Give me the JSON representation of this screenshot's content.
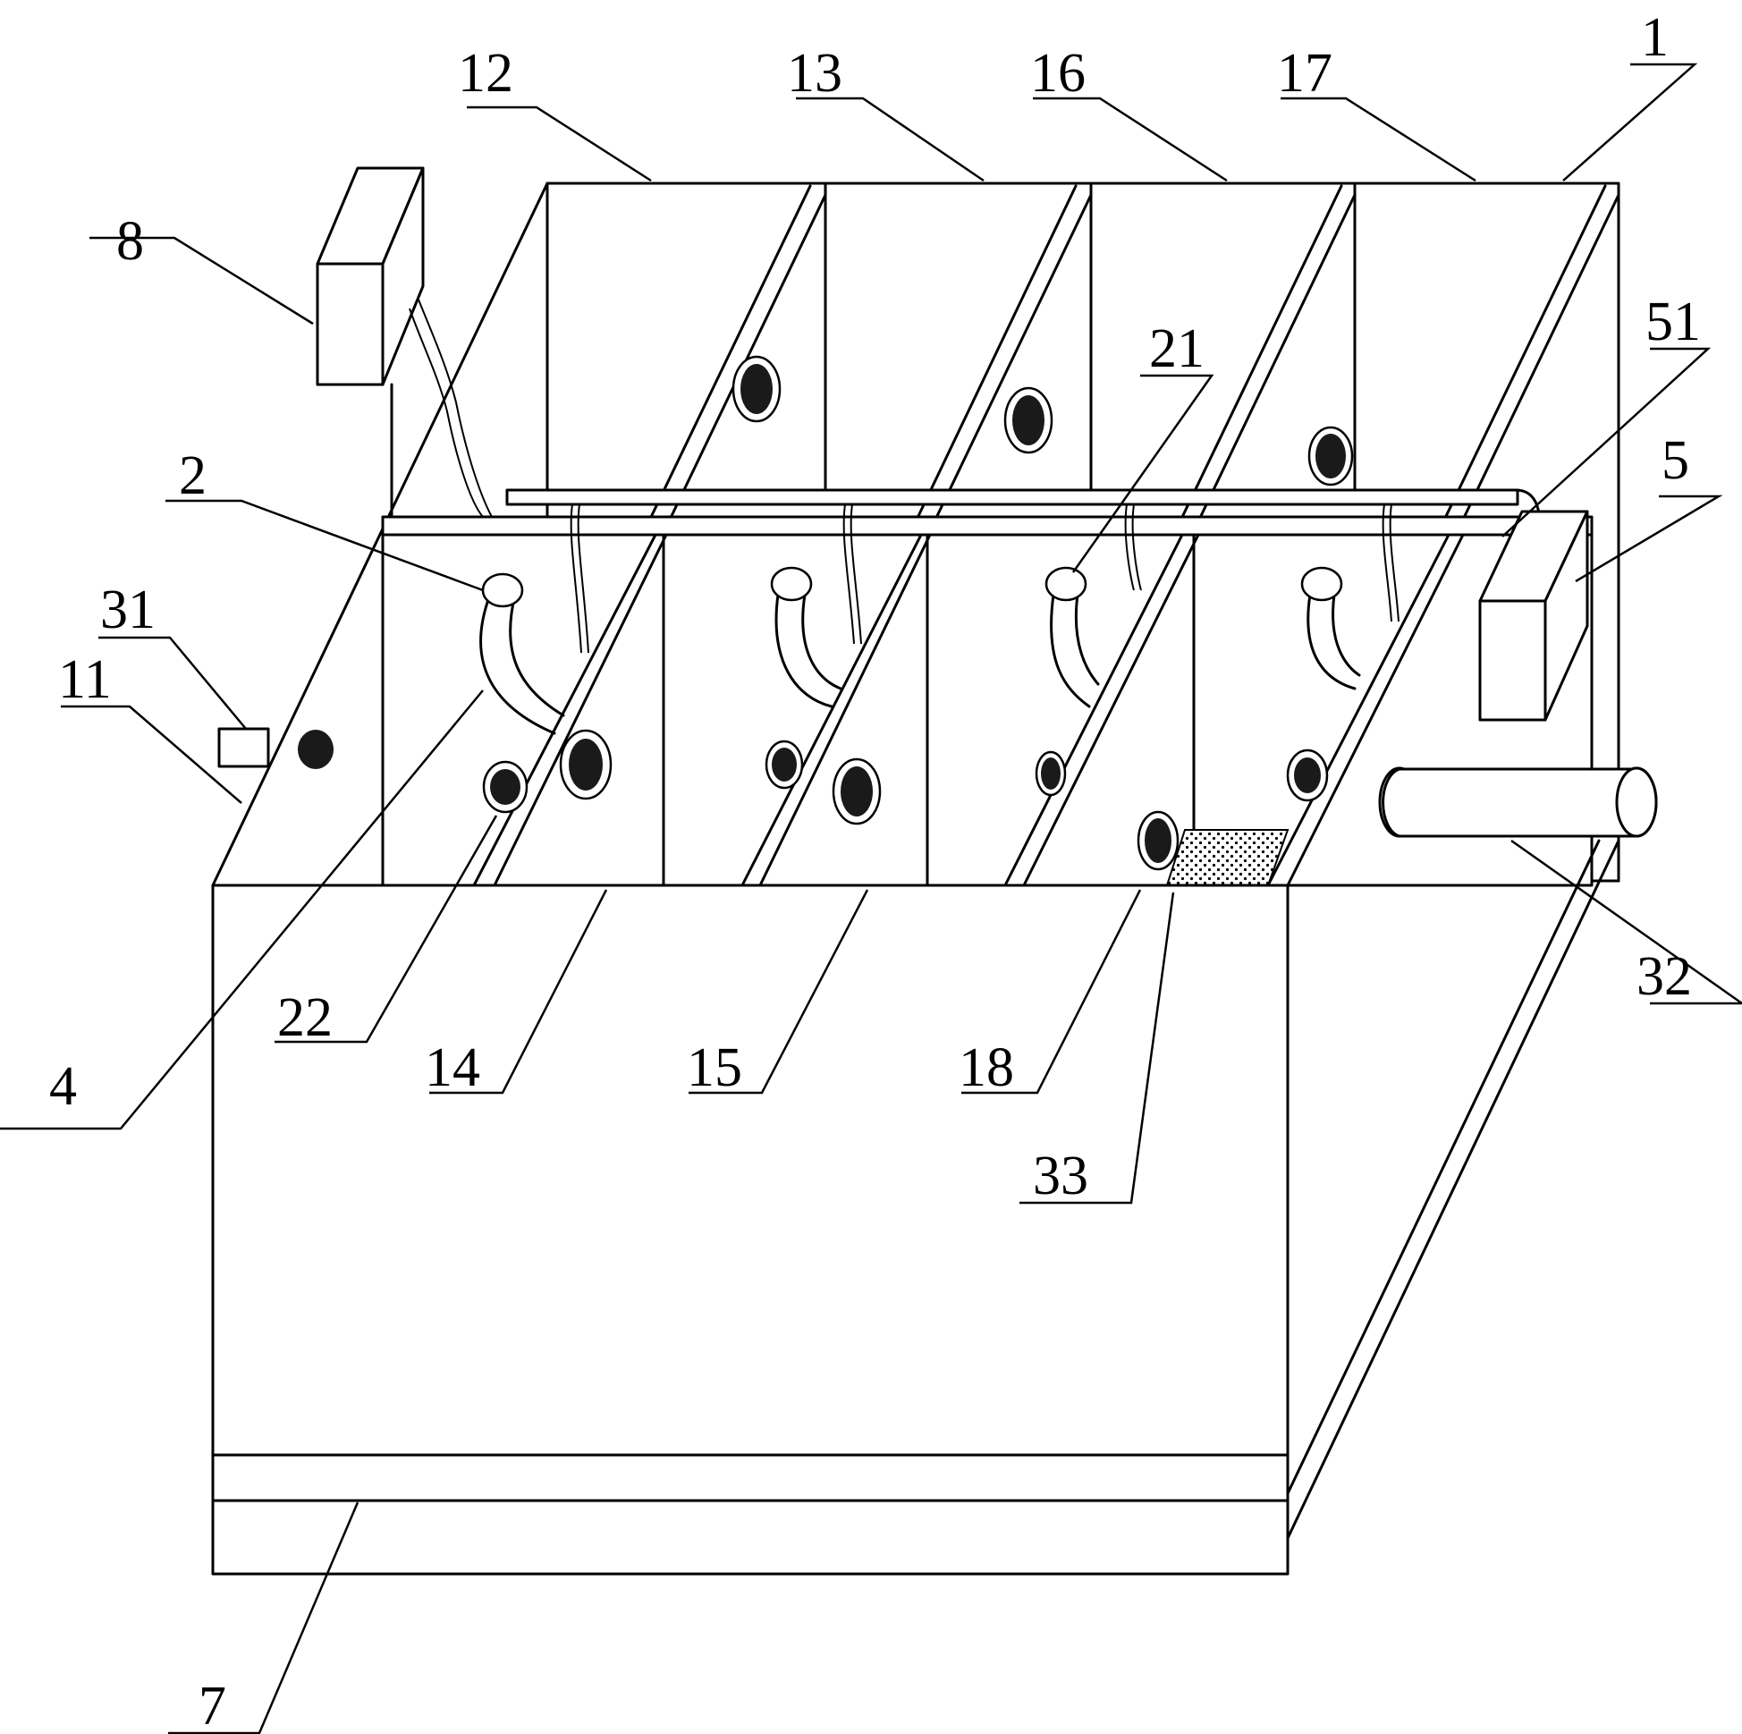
{
  "figure": {
    "type": "patent-drawing",
    "labels": [
      "1",
      "2",
      "4",
      "5",
      "7",
      "8",
      "11",
      "12",
      "13",
      "14",
      "15",
      "16",
      "17",
      "18",
      "21",
      "22",
      "31",
      "32",
      "33",
      "51"
    ]
  }
}
